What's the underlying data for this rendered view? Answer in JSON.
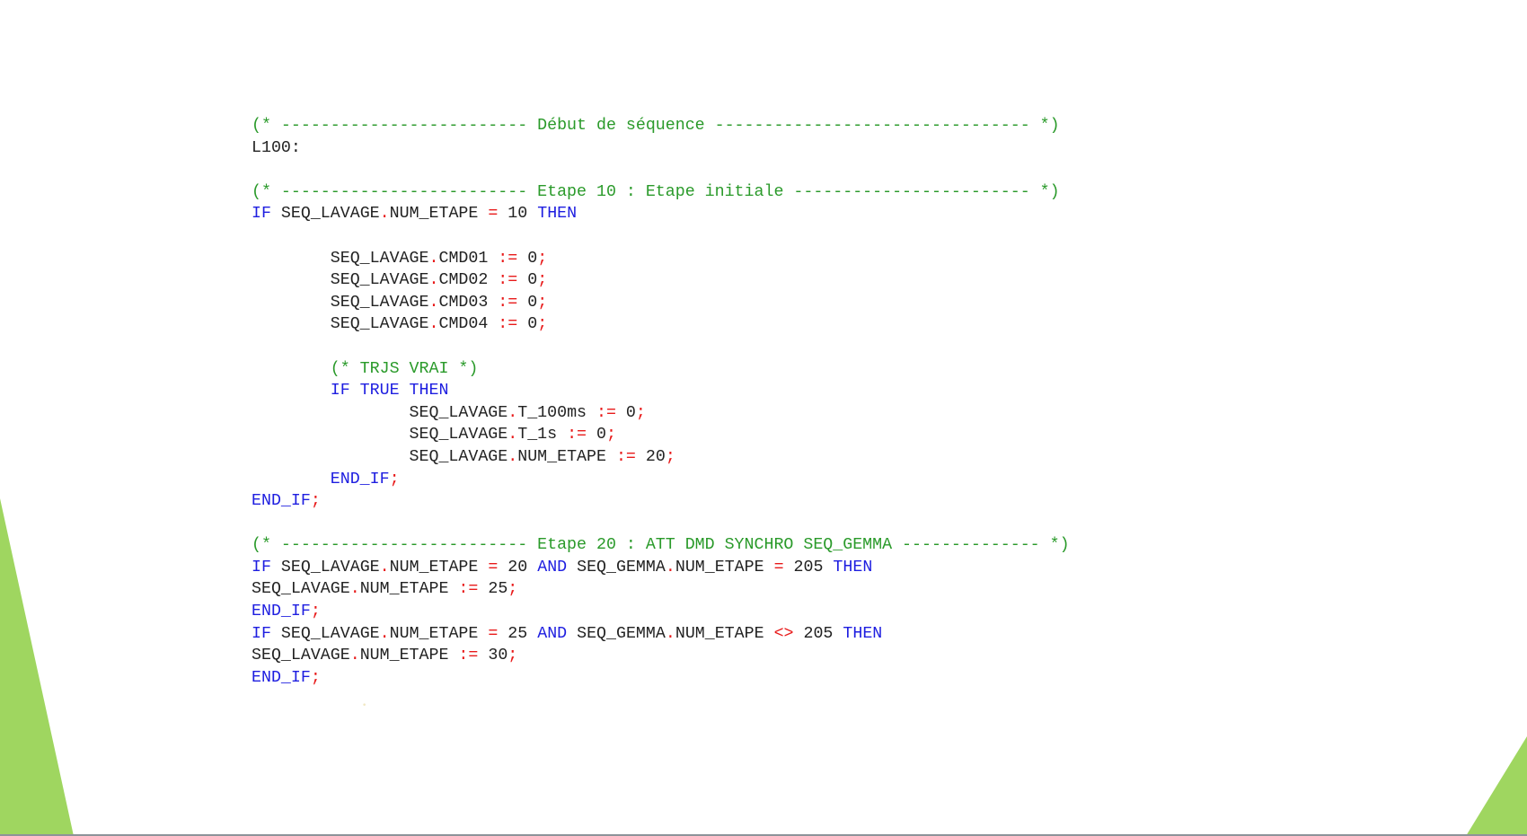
{
  "theme": {
    "comment_color": "#2a9a2a",
    "keyword_color": "#1e1ee0",
    "operator_color": "#e81a1a",
    "text_color": "#222222",
    "accent_green": "#9fd660"
  },
  "code_lines": [
    [
      {
        "t": "c",
        "v": "(* ------------------------- Début de séquence -------------------------------- *)"
      }
    ],
    [
      {
        "t": "t",
        "v": "L100:"
      }
    ],
    [],
    [
      {
        "t": "c",
        "v": "(* ------------------------- Etape 10 : Etape initiale ------------------------ *)"
      }
    ],
    [
      {
        "t": "k",
        "v": "IF"
      },
      {
        "t": "t",
        "v": " SEQ_LAVAGE"
      },
      {
        "t": "o",
        "v": "."
      },
      {
        "t": "t",
        "v": "NUM_ETAPE "
      },
      {
        "t": "o",
        "v": "="
      },
      {
        "t": "t",
        "v": " 10 "
      },
      {
        "t": "k",
        "v": "THEN"
      }
    ],
    [],
    [
      {
        "t": "t",
        "v": "        SEQ_LAVAGE"
      },
      {
        "t": "o",
        "v": "."
      },
      {
        "t": "t",
        "v": "CMD01 "
      },
      {
        "t": "o",
        "v": ":="
      },
      {
        "t": "t",
        "v": " 0"
      },
      {
        "t": "o",
        "v": ";"
      }
    ],
    [
      {
        "t": "t",
        "v": "        SEQ_LAVAGE"
      },
      {
        "t": "o",
        "v": "."
      },
      {
        "t": "t",
        "v": "CMD02 "
      },
      {
        "t": "o",
        "v": ":="
      },
      {
        "t": "t",
        "v": " 0"
      },
      {
        "t": "o",
        "v": ";"
      }
    ],
    [
      {
        "t": "t",
        "v": "        SEQ_LAVAGE"
      },
      {
        "t": "o",
        "v": "."
      },
      {
        "t": "t",
        "v": "CMD03 "
      },
      {
        "t": "o",
        "v": ":="
      },
      {
        "t": "t",
        "v": " 0"
      },
      {
        "t": "o",
        "v": ";"
      }
    ],
    [
      {
        "t": "t",
        "v": "        SEQ_LAVAGE"
      },
      {
        "t": "o",
        "v": "."
      },
      {
        "t": "t",
        "v": "CMD04 "
      },
      {
        "t": "o",
        "v": ":="
      },
      {
        "t": "t",
        "v": " 0"
      },
      {
        "t": "o",
        "v": ";"
      }
    ],
    [],
    [
      {
        "t": "c",
        "v": "        (* TRJS VRAI *)"
      }
    ],
    [
      {
        "t": "k",
        "v": "        IF TRUE THEN"
      }
    ],
    [
      {
        "t": "t",
        "v": "                SEQ_LAVAGE"
      },
      {
        "t": "o",
        "v": "."
      },
      {
        "t": "t",
        "v": "T_100ms "
      },
      {
        "t": "o",
        "v": ":="
      },
      {
        "t": "t",
        "v": " 0"
      },
      {
        "t": "o",
        "v": ";"
      }
    ],
    [
      {
        "t": "t",
        "v": "                SEQ_LAVAGE"
      },
      {
        "t": "o",
        "v": "."
      },
      {
        "t": "t",
        "v": "T_1s "
      },
      {
        "t": "o",
        "v": ":="
      },
      {
        "t": "t",
        "v": " 0"
      },
      {
        "t": "o",
        "v": ";"
      }
    ],
    [
      {
        "t": "t",
        "v": "                SEQ_LAVAGE"
      },
      {
        "t": "o",
        "v": "."
      },
      {
        "t": "t",
        "v": "NUM_ETAPE "
      },
      {
        "t": "o",
        "v": ":="
      },
      {
        "t": "t",
        "v": " 20"
      },
      {
        "t": "o",
        "v": ";"
      }
    ],
    [
      {
        "t": "k",
        "v": "        END_IF"
      },
      {
        "t": "o",
        "v": ";"
      }
    ],
    [
      {
        "t": "k",
        "v": "END_IF"
      },
      {
        "t": "o",
        "v": ";"
      }
    ],
    [],
    [
      {
        "t": "c",
        "v": "(* ------------------------- Etape 20 : ATT DMD SYNCHRO SEQ_GEMMA -------------- *)"
      }
    ],
    [
      {
        "t": "k",
        "v": "IF"
      },
      {
        "t": "t",
        "v": " SEQ_LAVAGE"
      },
      {
        "t": "o",
        "v": "."
      },
      {
        "t": "t",
        "v": "NUM_ETAPE "
      },
      {
        "t": "o",
        "v": "="
      },
      {
        "t": "t",
        "v": " 20 "
      },
      {
        "t": "k",
        "v": "AND"
      },
      {
        "t": "t",
        "v": " SEQ_GEMMA"
      },
      {
        "t": "o",
        "v": "."
      },
      {
        "t": "t",
        "v": "NUM_ETAPE "
      },
      {
        "t": "o",
        "v": "="
      },
      {
        "t": "t",
        "v": " 205 "
      },
      {
        "t": "k",
        "v": "THEN"
      }
    ],
    [
      {
        "t": "t",
        "v": "SEQ_LAVAGE"
      },
      {
        "t": "o",
        "v": "."
      },
      {
        "t": "t",
        "v": "NUM_ETAPE "
      },
      {
        "t": "o",
        "v": ":="
      },
      {
        "t": "t",
        "v": " 25"
      },
      {
        "t": "o",
        "v": ";"
      }
    ],
    [
      {
        "t": "k",
        "v": "END_IF"
      },
      {
        "t": "o",
        "v": ";"
      }
    ],
    [
      {
        "t": "k",
        "v": "IF"
      },
      {
        "t": "t",
        "v": " SEQ_LAVAGE"
      },
      {
        "t": "o",
        "v": "."
      },
      {
        "t": "t",
        "v": "NUM_ETAPE "
      },
      {
        "t": "o",
        "v": "="
      },
      {
        "t": "t",
        "v": " 25 "
      },
      {
        "t": "k",
        "v": "AND"
      },
      {
        "t": "t",
        "v": " SEQ_GEMMA"
      },
      {
        "t": "o",
        "v": "."
      },
      {
        "t": "t",
        "v": "NUM_ETAPE "
      },
      {
        "t": "o",
        "v": "<>"
      },
      {
        "t": "t",
        "v": " 205 "
      },
      {
        "t": "k",
        "v": "THEN"
      }
    ],
    [
      {
        "t": "t",
        "v": "SEQ_LAVAGE"
      },
      {
        "t": "o",
        "v": "."
      },
      {
        "t": "t",
        "v": "NUM_ETAPE "
      },
      {
        "t": "o",
        "v": ":="
      },
      {
        "t": "t",
        "v": " 30"
      },
      {
        "t": "o",
        "v": ";"
      }
    ],
    [
      {
        "t": "k",
        "v": "END_IF"
      },
      {
        "t": "o",
        "v": ";"
      }
    ]
  ]
}
